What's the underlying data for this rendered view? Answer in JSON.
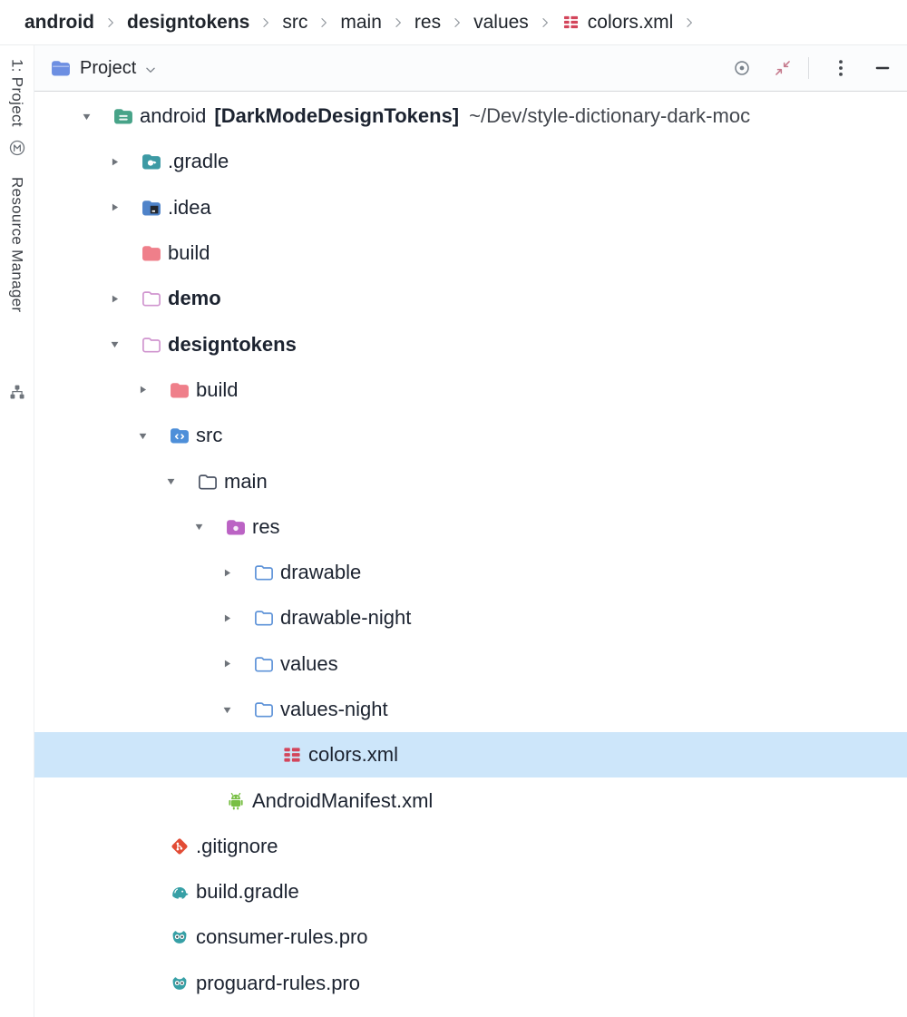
{
  "breadcrumb": {
    "items": [
      {
        "label": "android",
        "bold": true
      },
      {
        "label": "designtokens",
        "bold": true
      },
      {
        "label": "src",
        "bold": false
      },
      {
        "label": "main",
        "bold": false
      },
      {
        "label": "res",
        "bold": false
      },
      {
        "label": "values",
        "bold": false
      },
      {
        "label": "colors.xml",
        "bold": false,
        "icon": "xml-values-file"
      }
    ]
  },
  "left_stripe": {
    "buttons": [
      {
        "label": "1: Project",
        "icon": "circled-m"
      },
      {
        "label": "Resource Manager",
        "icon": "structure"
      }
    ]
  },
  "panel_header": {
    "title": "Project",
    "action_icons": [
      "locate",
      "collapse",
      "kebab",
      "minimize"
    ]
  },
  "tree": {
    "items": [
      {
        "label": "android",
        "level": 0,
        "chevron": "expanded",
        "icon": "module-folder",
        "suffix_bold": "[DarkModeDesignTokens]",
        "suffix_path": "~/Dev/style-dictionary-dark-moc"
      },
      {
        "label": ".gradle",
        "level": 1,
        "chevron": "collapsed",
        "icon": "gradle-folder"
      },
      {
        "label": ".idea",
        "level": 1,
        "chevron": "collapsed",
        "icon": "idea-folder"
      },
      {
        "label": "build",
        "level": 1,
        "chevron": "none",
        "icon": "build-folder"
      },
      {
        "label": "demo",
        "level": 1,
        "chevron": "collapsed",
        "icon": "outline-folder",
        "bold": true
      },
      {
        "label": "designtokens",
        "level": 1,
        "chevron": "expanded",
        "icon": "outline-folder",
        "bold": true
      },
      {
        "label": "build",
        "level": 2,
        "chevron": "collapsed",
        "icon": "build-folder"
      },
      {
        "label": "src",
        "level": 2,
        "chevron": "expanded",
        "icon": "src-folder"
      },
      {
        "label": "main",
        "level": 3,
        "chevron": "expanded",
        "icon": "main-folder"
      },
      {
        "label": "res",
        "level": 4,
        "chevron": "expanded",
        "icon": "res-folder"
      },
      {
        "label": "drawable",
        "level": 5,
        "chevron": "collapsed",
        "icon": "blue-outline-folder"
      },
      {
        "label": "drawable-night",
        "level": 5,
        "chevron": "collapsed",
        "icon": "blue-outline-folder"
      },
      {
        "label": "values",
        "level": 5,
        "chevron": "collapsed",
        "icon": "blue-outline-folder"
      },
      {
        "label": "values-night",
        "level": 5,
        "chevron": "expanded",
        "icon": "blue-outline-folder"
      },
      {
        "label": "colors.xml",
        "level": 6,
        "chevron": "none",
        "icon": "xml-values-file",
        "selected": true
      },
      {
        "label": "AndroidManifest.xml",
        "level": 4,
        "chevron": "none",
        "icon": "android-manifest"
      },
      {
        "label": ".gitignore",
        "level": 2,
        "chevron": "none",
        "icon": "git-file"
      },
      {
        "label": "build.gradle",
        "level": 2,
        "chevron": "none",
        "icon": "gradle-file"
      },
      {
        "label": "consumer-rules.pro",
        "level": 2,
        "chevron": "none",
        "icon": "proguard-file"
      },
      {
        "label": "proguard-rules.pro",
        "level": 2,
        "chevron": "none",
        "icon": "proguard-file"
      }
    ]
  },
  "colors": {
    "selection_blue": "#cde6fa",
    "xml_red": "#d3455b",
    "android_green": "#78bf44",
    "git_orange_red": "#e24c35",
    "proguard_teal": "#37a0a6",
    "gradle_folder_teal": "#3d9aa4",
    "idea_folder_blue": "#4f83c9",
    "build_folder_pink": "#ef7f8a",
    "src_folder_blue": "#4e8fd9",
    "res_folder_purple": "#bb63c4",
    "module_folder_green": "#47a388",
    "outline_folder_pink": "#d095cf",
    "outline_folder_blue": "#5e93d8",
    "outline_folder_dark": "#4a5262",
    "header_folder_blue": "#6d8fe2",
    "tree_text": "#1c2330"
  }
}
